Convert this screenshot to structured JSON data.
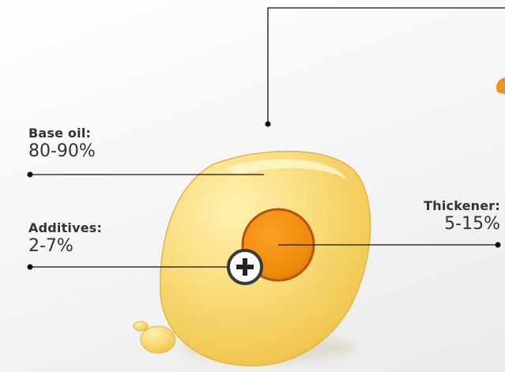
{
  "labels": {
    "base_oil": {
      "title": "Base oil:",
      "value": "80-90%"
    },
    "additives": {
      "title": "Additives:",
      "value": "2-7%"
    },
    "thickener": {
      "title": "Thickener:",
      "value": "5-15%"
    }
  },
  "icons": {
    "plus": "plus-circle-icon"
  },
  "colors": {
    "grease": "#f7d66e",
    "grease_highlight": "#fff3b8",
    "thickener": "#f08a0c",
    "thickener_rim": "#b54d0b",
    "line": "#111111"
  }
}
